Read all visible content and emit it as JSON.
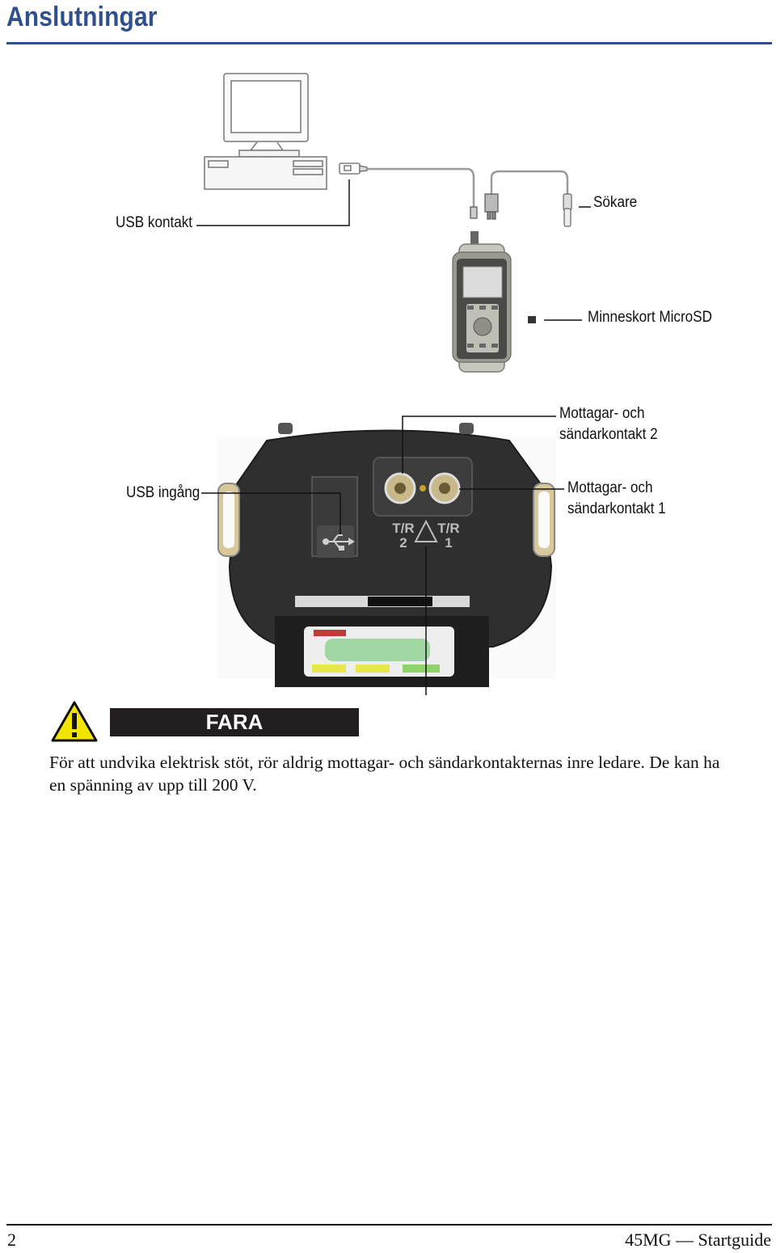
{
  "header": {
    "title": "Anslutningar"
  },
  "callouts": {
    "usb_kontakt": "USB kontakt",
    "sokare": "Sökare",
    "minneskort": "Minneskort MicroSD",
    "mottagare2_line1": "Mottagar- och",
    "mottagare2_line2": "sändarkontakt 2",
    "usb_ingang": "USB ingång",
    "mottagare1_line1": "Mottagar- och",
    "mottagare1_line2": "sändarkontakt 1"
  },
  "device_markings": {
    "port2_label": "T/R",
    "port2_number": "2",
    "port1_label": "T/R",
    "port1_number": "1"
  },
  "warning": {
    "title": "FARA",
    "text": "För att undvika elektrisk stöt, rör aldrig mottagar- och sändarkontakternas inre ledare. De kan ha en spänning av upp till 200 V."
  },
  "footer": {
    "page_number": "2",
    "title": "45MG — Startguide"
  },
  "colors": {
    "heading": "#2f4f8f",
    "warning_bar": "#231f20",
    "warning_yellow": "#f2e600"
  },
  "icons": [
    "computer-icon",
    "usb-cable-icon",
    "transducer-icon",
    "gauge-icon",
    "microsd-card-icon",
    "usb-symbol-icon",
    "warning-triangle-icon"
  ]
}
